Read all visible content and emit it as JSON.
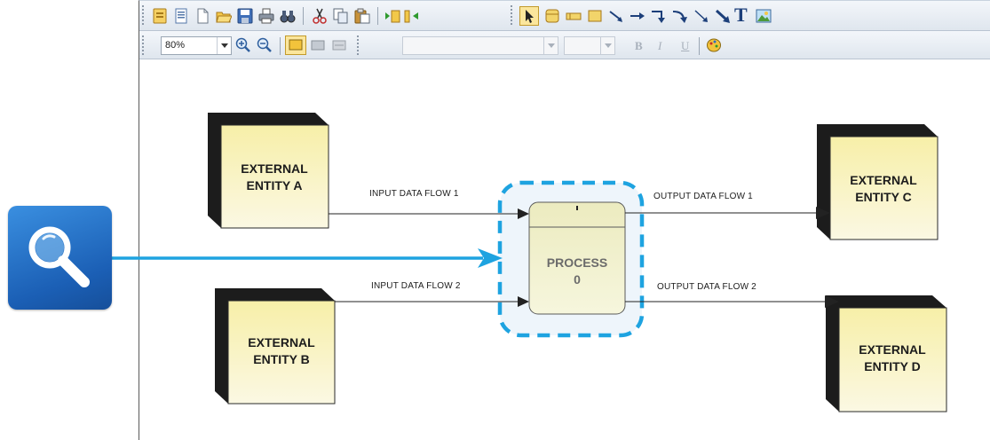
{
  "toolbar": {
    "zoom_value": "80%",
    "font_name_value": "",
    "font_size_value": "",
    "bold_label": "B",
    "italic_label": "I",
    "underline_label": "U",
    "text_tool_label": "T"
  },
  "diagram": {
    "entities": {
      "a": {
        "line1": "EXTERNAL",
        "line2": "ENTITY A"
      },
      "b": {
        "line1": "EXTERNAL",
        "line2": "ENTITY B"
      },
      "c": {
        "line1": "EXTERNAL",
        "line2": "ENTITY C"
      },
      "d": {
        "line1": "EXTERNAL",
        "line2": "ENTITY D"
      }
    },
    "process": {
      "line1": "PROCESS",
      "line2": "0"
    },
    "flows": {
      "input_1": "INPUT DATA FLOW 1",
      "input_2": "INPUT DATA FLOW 2",
      "output_1": "OUTPUT DATA FLOW 1",
      "output_2": "OUTPUT DATA FLOW 2"
    }
  },
  "colors": {
    "entity_fill_top": "#f7efa8",
    "entity_fill_bottom": "#fbf8e3",
    "entity_shadow": "#1c1c1c",
    "process_fill": "#f1f0c6",
    "highlight_blue": "#1ea3e0",
    "pointer_blue": "#1ea3e0",
    "badge_blue": "#2778cf"
  }
}
